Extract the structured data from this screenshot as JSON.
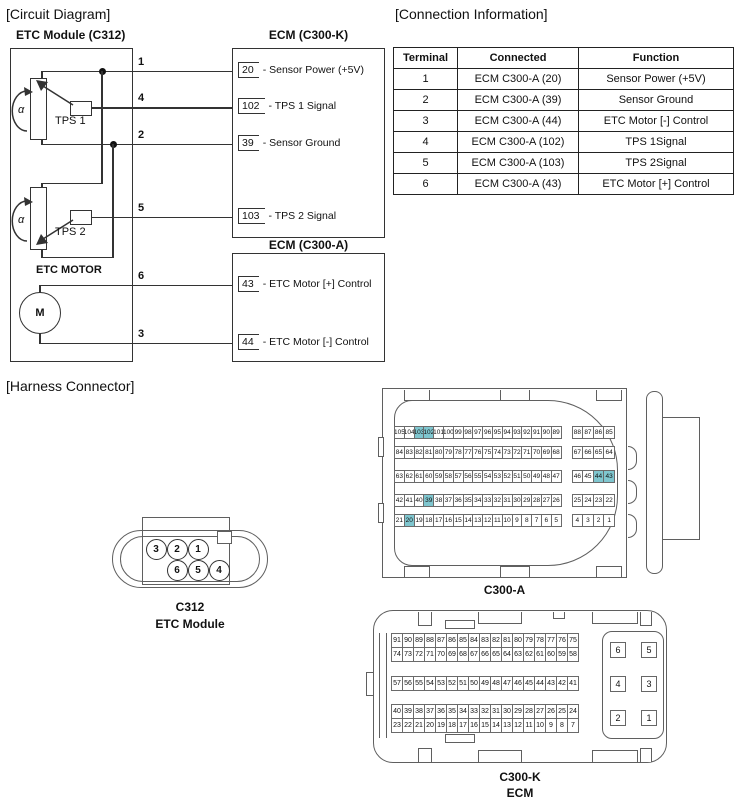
{
  "colors": {
    "highlight": "#7fc6cf",
    "diagram_line": "#333333",
    "connector_line": "#5f5f5f"
  },
  "sections": {
    "circuit_diagram": "[Circuit Diagram]",
    "connection_information": "[Connection Information]",
    "harness_connector": "[Harness Connector]"
  },
  "circuit": {
    "etc_module": {
      "title": "ETC Module (C312)",
      "tps1_label": "TPS 1",
      "tps2_label": "TPS 2",
      "alpha": "α",
      "motor_label": "ETC MOTOR",
      "motor_symbol": "M"
    },
    "wire_numbers": {
      "w1": "1",
      "w4": "4",
      "w2": "2",
      "w5": "5",
      "w6": "6",
      "w3": "3"
    },
    "ecm_k": {
      "title": "ECM (C300-K)",
      "pins": [
        {
          "pin": "20",
          "desc": "- Sensor Power (+5V)"
        },
        {
          "pin": "102",
          "desc": "- TPS 1 Signal"
        },
        {
          "pin": "39",
          "desc": "- Sensor Ground"
        },
        {
          "pin": "103",
          "desc": "- TPS 2 Signal"
        }
      ]
    },
    "ecm_a": {
      "title": "ECM (C300-A)",
      "pins": [
        {
          "pin": "43",
          "desc": "- ETC Motor [+] Control"
        },
        {
          "pin": "44",
          "desc": "- ETC Motor [-] Control"
        }
      ]
    }
  },
  "connection_table": {
    "headers": [
      "Terminal",
      "Connected",
      "Function"
    ],
    "rows": [
      [
        "1",
        "ECM C300-A (20)",
        "Sensor Power (+5V)"
      ],
      [
        "2",
        "ECM C300-A (39)",
        "Sensor Ground"
      ],
      [
        "3",
        "ECM C300-A (44)",
        "ETC Motor [-] Control"
      ],
      [
        "4",
        "ECM C300-A (102)",
        "TPS 1Signal"
      ],
      [
        "5",
        "ECM C300-A (103)",
        "TPS 2Signal"
      ],
      [
        "6",
        "ECM C300-A (43)",
        "ETC Motor [+] Control"
      ]
    ]
  },
  "harness": {
    "c312": {
      "label": "C312",
      "sublabel": "ETC Module",
      "pins_top": [
        "3",
        "2",
        "1"
      ],
      "pins_bottom": [
        "6",
        "5",
        "4"
      ]
    },
    "c300a": {
      "label": "C300-A",
      "highlight": [
        "103",
        "102",
        "44",
        "43",
        "39",
        "20"
      ],
      "rows": [
        [
          "105",
          "104",
          "103",
          "102",
          "101",
          "100",
          "99",
          "98",
          "97",
          "96",
          "95",
          "94",
          "93",
          "92",
          "91",
          "90",
          "89",
          "88",
          "87",
          "86",
          "85"
        ],
        [
          "84",
          "83",
          "82",
          "81",
          "80",
          "79",
          "78",
          "77",
          "76",
          "75",
          "74",
          "73",
          "72",
          "71",
          "70",
          "69",
          "68",
          "67",
          "66",
          "65",
          "64"
        ],
        [
          "63",
          "62",
          "61",
          "60",
          "59",
          "58",
          "57",
          "56",
          "55",
          "54",
          "53",
          "52",
          "51",
          "50",
          "49",
          "48",
          "47",
          "46",
          "45",
          "44",
          "43"
        ],
        [
          "42",
          "41",
          "40",
          "39",
          "38",
          "37",
          "36",
          "35",
          "34",
          "33",
          "32",
          "31",
          "30",
          "29",
          "28",
          "27",
          "26",
          "25",
          "24",
          "23",
          "22"
        ],
        [
          "21",
          "20",
          "19",
          "18",
          "17",
          "16",
          "15",
          "14",
          "13",
          "12",
          "11",
          "10",
          "9",
          "8",
          "7",
          "6",
          "5",
          "4",
          "3",
          "2",
          "1"
        ]
      ]
    },
    "c300k": {
      "label": "C300-K",
      "sublabel": "ECM",
      "highlight": [],
      "rows": [
        [
          "91",
          "90",
          "89",
          "88",
          "87",
          "86",
          "85",
          "84",
          "83",
          "82",
          "81",
          "80",
          "79",
          "78",
          "77",
          "76",
          "75"
        ],
        [
          "74",
          "73",
          "72",
          "71",
          "70",
          "69",
          "68",
          "67",
          "66",
          "65",
          "64",
          "63",
          "62",
          "61",
          "60",
          "59",
          "58"
        ],
        [
          "57",
          "56",
          "55",
          "54",
          "53",
          "52",
          "51",
          "50",
          "49",
          "48",
          "47",
          "46",
          "45",
          "44",
          "43",
          "42",
          "41"
        ],
        [
          "40",
          "39",
          "38",
          "37",
          "36",
          "35",
          "34",
          "33",
          "32",
          "31",
          "30",
          "29",
          "28",
          "27",
          "26",
          "25",
          "24"
        ],
        [
          "23",
          "22",
          "21",
          "20",
          "19",
          "18",
          "17",
          "16",
          "15",
          "14",
          "13",
          "12",
          "11",
          "10",
          "9",
          "8",
          "7"
        ]
      ],
      "big_cells": [
        [
          "6",
          "5"
        ],
        [
          "4",
          "3"
        ],
        [
          "2",
          "1"
        ]
      ]
    }
  }
}
